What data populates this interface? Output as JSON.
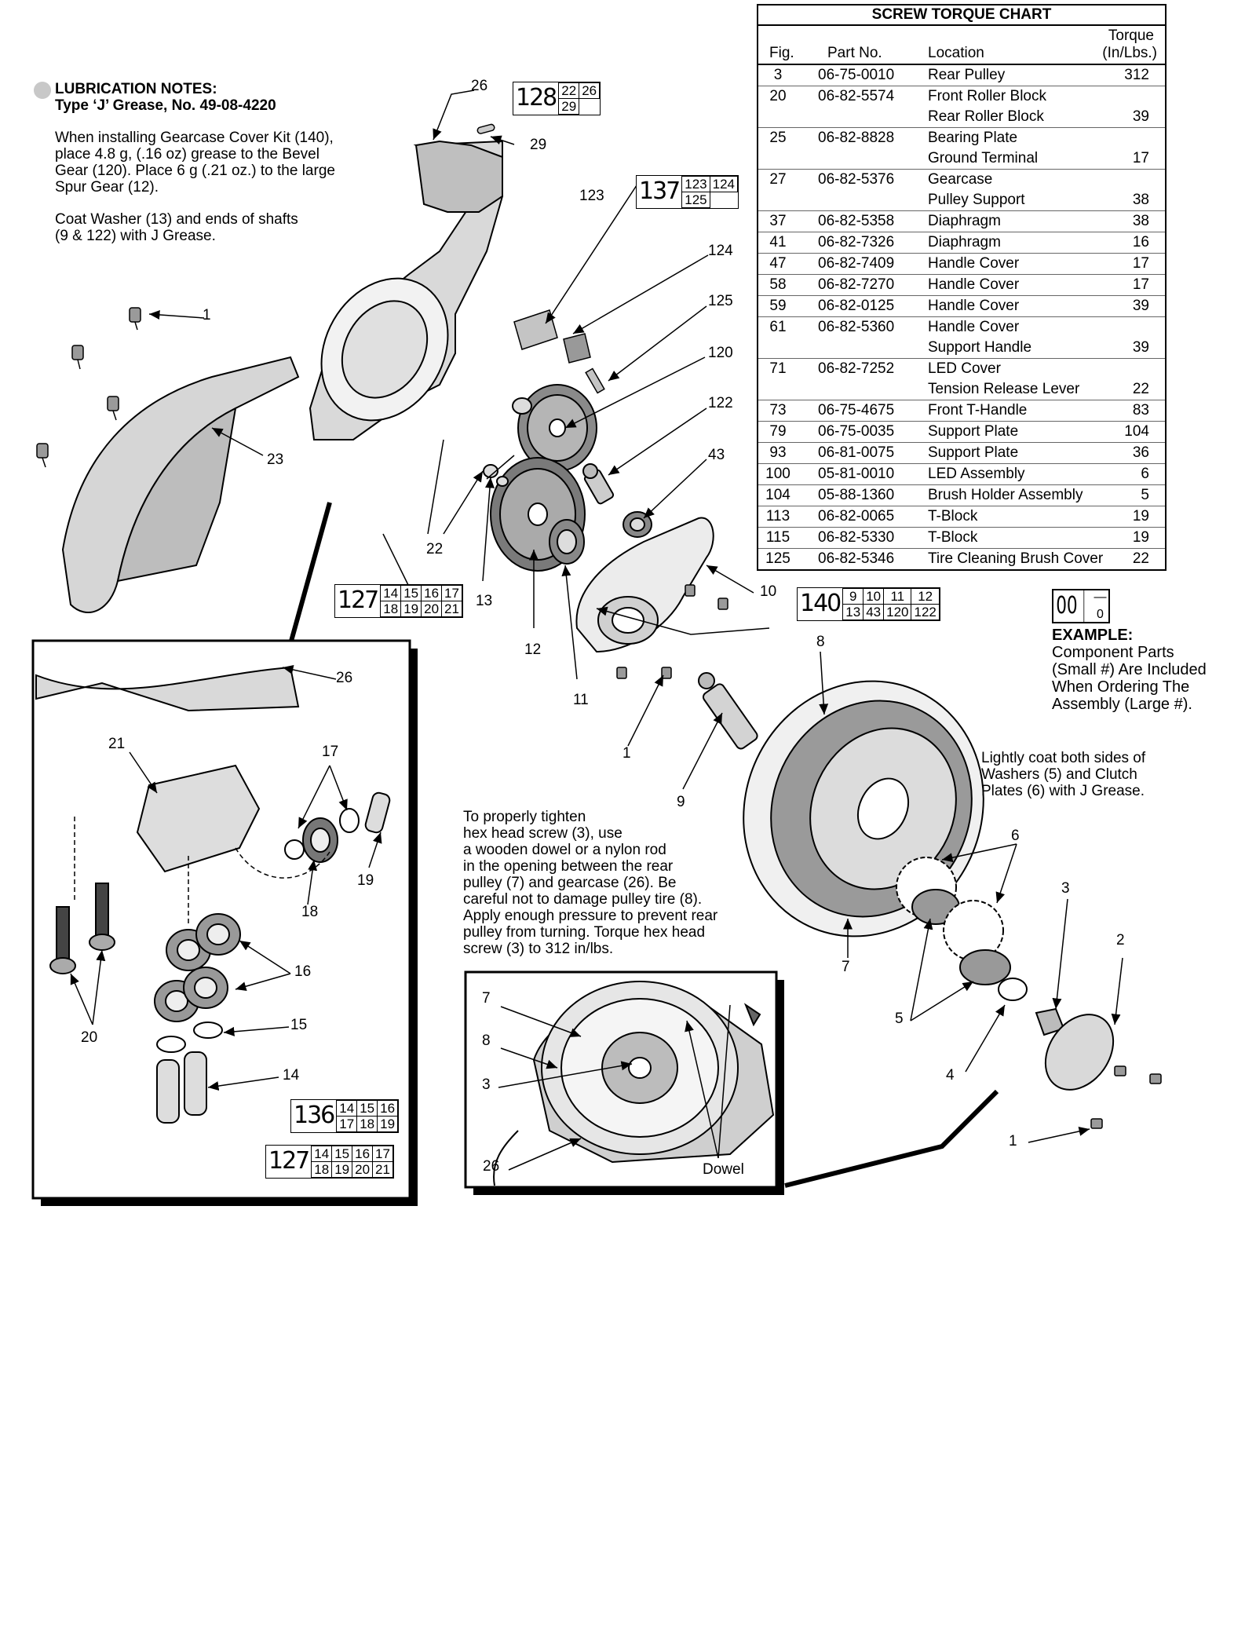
{
  "lubrication": {
    "title": "LUBRICATION NOTES:",
    "subtitle": "Type ‘J’ Grease, No. 49-08-4220",
    "para1": "When installing Gearcase Cover Kit (140),\nplace 4.8 g, (.16 oz) grease to the Bevel\nGear (120). Place 6 g (.21 oz.) to the large\nSpur Gear (12).",
    "para2": "Coat Washer (13) and ends of shafts\n(9 & 122) with J Grease."
  },
  "torque_chart": {
    "title": "SCREW TORQUE CHART",
    "headers": {
      "fig": "Fig.",
      "part": "Part No.",
      "location": "Location",
      "torque_top": "Torque",
      "torque_bottom": "(In/Lbs.)"
    },
    "rows": [
      {
        "fig": "3",
        "part": "06-75-0010",
        "lines": [
          {
            "loc": "Rear Pulley",
            "tq": "312"
          }
        ]
      },
      {
        "fig": "20",
        "part": "06-82-5574",
        "lines": [
          {
            "loc": "Front Roller Block",
            "tq": ""
          },
          {
            "loc": "Rear Roller Block",
            "tq": "39"
          }
        ]
      },
      {
        "fig": "25",
        "part": "06-82-8828",
        "lines": [
          {
            "loc": "Bearing Plate",
            "tq": ""
          },
          {
            "loc": "Ground Terminal",
            "tq": "17"
          }
        ]
      },
      {
        "fig": "27",
        "part": "06-82-5376",
        "lines": [
          {
            "loc": "Gearcase",
            "tq": ""
          },
          {
            "loc": "Pulley Support",
            "tq": "38"
          }
        ]
      },
      {
        "fig": "37",
        "part": "06-82-5358",
        "lines": [
          {
            "loc": "Diaphragm",
            "tq": "38"
          }
        ]
      },
      {
        "fig": "41",
        "part": "06-82-7326",
        "lines": [
          {
            "loc": "Diaphragm",
            "tq": "16"
          }
        ]
      },
      {
        "fig": "47",
        "part": "06-82-7409",
        "lines": [
          {
            "loc": "Handle Cover",
            "tq": "17"
          }
        ]
      },
      {
        "fig": "58",
        "part": "06-82-7270",
        "lines": [
          {
            "loc": "Handle Cover",
            "tq": "17"
          }
        ]
      },
      {
        "fig": "59",
        "part": "06-82-0125",
        "lines": [
          {
            "loc": "Handle Cover",
            "tq": "39"
          }
        ]
      },
      {
        "fig": "61",
        "part": "06-82-5360",
        "lines": [
          {
            "loc": "Handle Cover",
            "tq": ""
          },
          {
            "loc": "Support Handle",
            "tq": "39"
          }
        ]
      },
      {
        "fig": "71",
        "part": "06-82-7252",
        "lines": [
          {
            "loc": "LED Cover",
            "tq": ""
          },
          {
            "loc": "Tension Release Lever",
            "tq": "22"
          }
        ]
      },
      {
        "fig": "73",
        "part": "06-75-4675",
        "lines": [
          {
            "loc": "Front T-Handle",
            "tq": "83"
          }
        ]
      },
      {
        "fig": "79",
        "part": "06-75-0035",
        "lines": [
          {
            "loc": "Support Plate",
            "tq": "104"
          }
        ]
      },
      {
        "fig": "93",
        "part": "06-81-0075",
        "lines": [
          {
            "loc": "Support Plate",
            "tq": "36"
          }
        ]
      },
      {
        "fig": "100",
        "part": "05-81-0010",
        "lines": [
          {
            "loc": "LED Assembly",
            "tq": "6"
          }
        ]
      },
      {
        "fig": "104",
        "part": "05-88-1360",
        "lines": [
          {
            "loc": "Brush Holder Assembly",
            "tq": "5"
          }
        ]
      },
      {
        "fig": "113",
        "part": "06-82-0065",
        "lines": [
          {
            "loc": "T-Block",
            "tq": "19"
          }
        ]
      },
      {
        "fig": "115",
        "part": "06-82-5330",
        "lines": [
          {
            "loc": "T-Block",
            "tq": "19"
          }
        ]
      },
      {
        "fig": "125",
        "part": "06-82-5346",
        "lines": [
          {
            "loc": "Tire Cleaning Brush Cover",
            "tq": "22"
          }
        ]
      }
    ]
  },
  "example": {
    "big": "00",
    "small_top": "—",
    "small_bottom": "0",
    "title": "EXAMPLE:",
    "text": "Component Parts\n(Small #) Are Included\nWhen Ordering The\nAssembly (Large #)."
  },
  "notes": {
    "grease_washers": "Lightly coat both sides of\nWashers (5) and Clutch\nPlates (6) with J Grease.",
    "tighten": "To properly tighten\nhex head screw (3), use\na wooden dowel or a nylon rod\nin the opening between the rear\npulley (7) and gearcase (26). Be\ncareful not to damage pulley tire (8).\nApply enough pressure to prevent rear\npulley from turning. Torque hex head\nscrew (3) to 312 in/lbs.",
    "dowel": "Dowel"
  },
  "kits": {
    "k128": {
      "big": "128",
      "rows": [
        [
          "22",
          "26"
        ],
        [
          "29"
        ]
      ]
    },
    "k137": {
      "big": "137",
      "rows": [
        [
          "123",
          "124"
        ],
        [
          "125"
        ]
      ]
    },
    "k127a": {
      "big": "127",
      "rows": [
        [
          "14",
          "15",
          "16",
          "17"
        ],
        [
          "18",
          "19",
          "20",
          "21"
        ]
      ]
    },
    "k140": {
      "big": "140",
      "rows": [
        [
          "9",
          "10",
          "11",
          "12"
        ],
        [
          "13",
          "43",
          "120",
          "122"
        ]
      ]
    },
    "k136": {
      "big": "136",
      "rows": [
        [
          "14",
          "15",
          "16"
        ],
        [
          "17",
          "18",
          "19"
        ]
      ]
    },
    "k127b": {
      "big": "127",
      "rows": [
        [
          "14",
          "15",
          "16",
          "17"
        ],
        [
          "18",
          "19",
          "20",
          "21"
        ]
      ]
    }
  },
  "callouts": {
    "c26": "26",
    "c29": "29",
    "c123": "123",
    "c124": "124",
    "c125": "125",
    "c120": "120",
    "c122": "122",
    "c43": "43",
    "c1a": "1",
    "c23": "23",
    "c22": "22",
    "c13": "13",
    "c12": "12",
    "c11": "11",
    "c10": "10",
    "c8": "8",
    "c1b": "1",
    "c9": "9",
    "c6": "6",
    "c7": "7",
    "c3": "3",
    "c2": "2",
    "c5": "5",
    "c4": "4",
    "c1c": "1",
    "d26": "26",
    "d17": "17",
    "d21": "21",
    "d19": "19",
    "d18": "18",
    "d16": "16",
    "d15": "15",
    "d14": "14",
    "d20": "20",
    "e7": "7",
    "e8": "8",
    "e3": "3",
    "e26": "26"
  }
}
